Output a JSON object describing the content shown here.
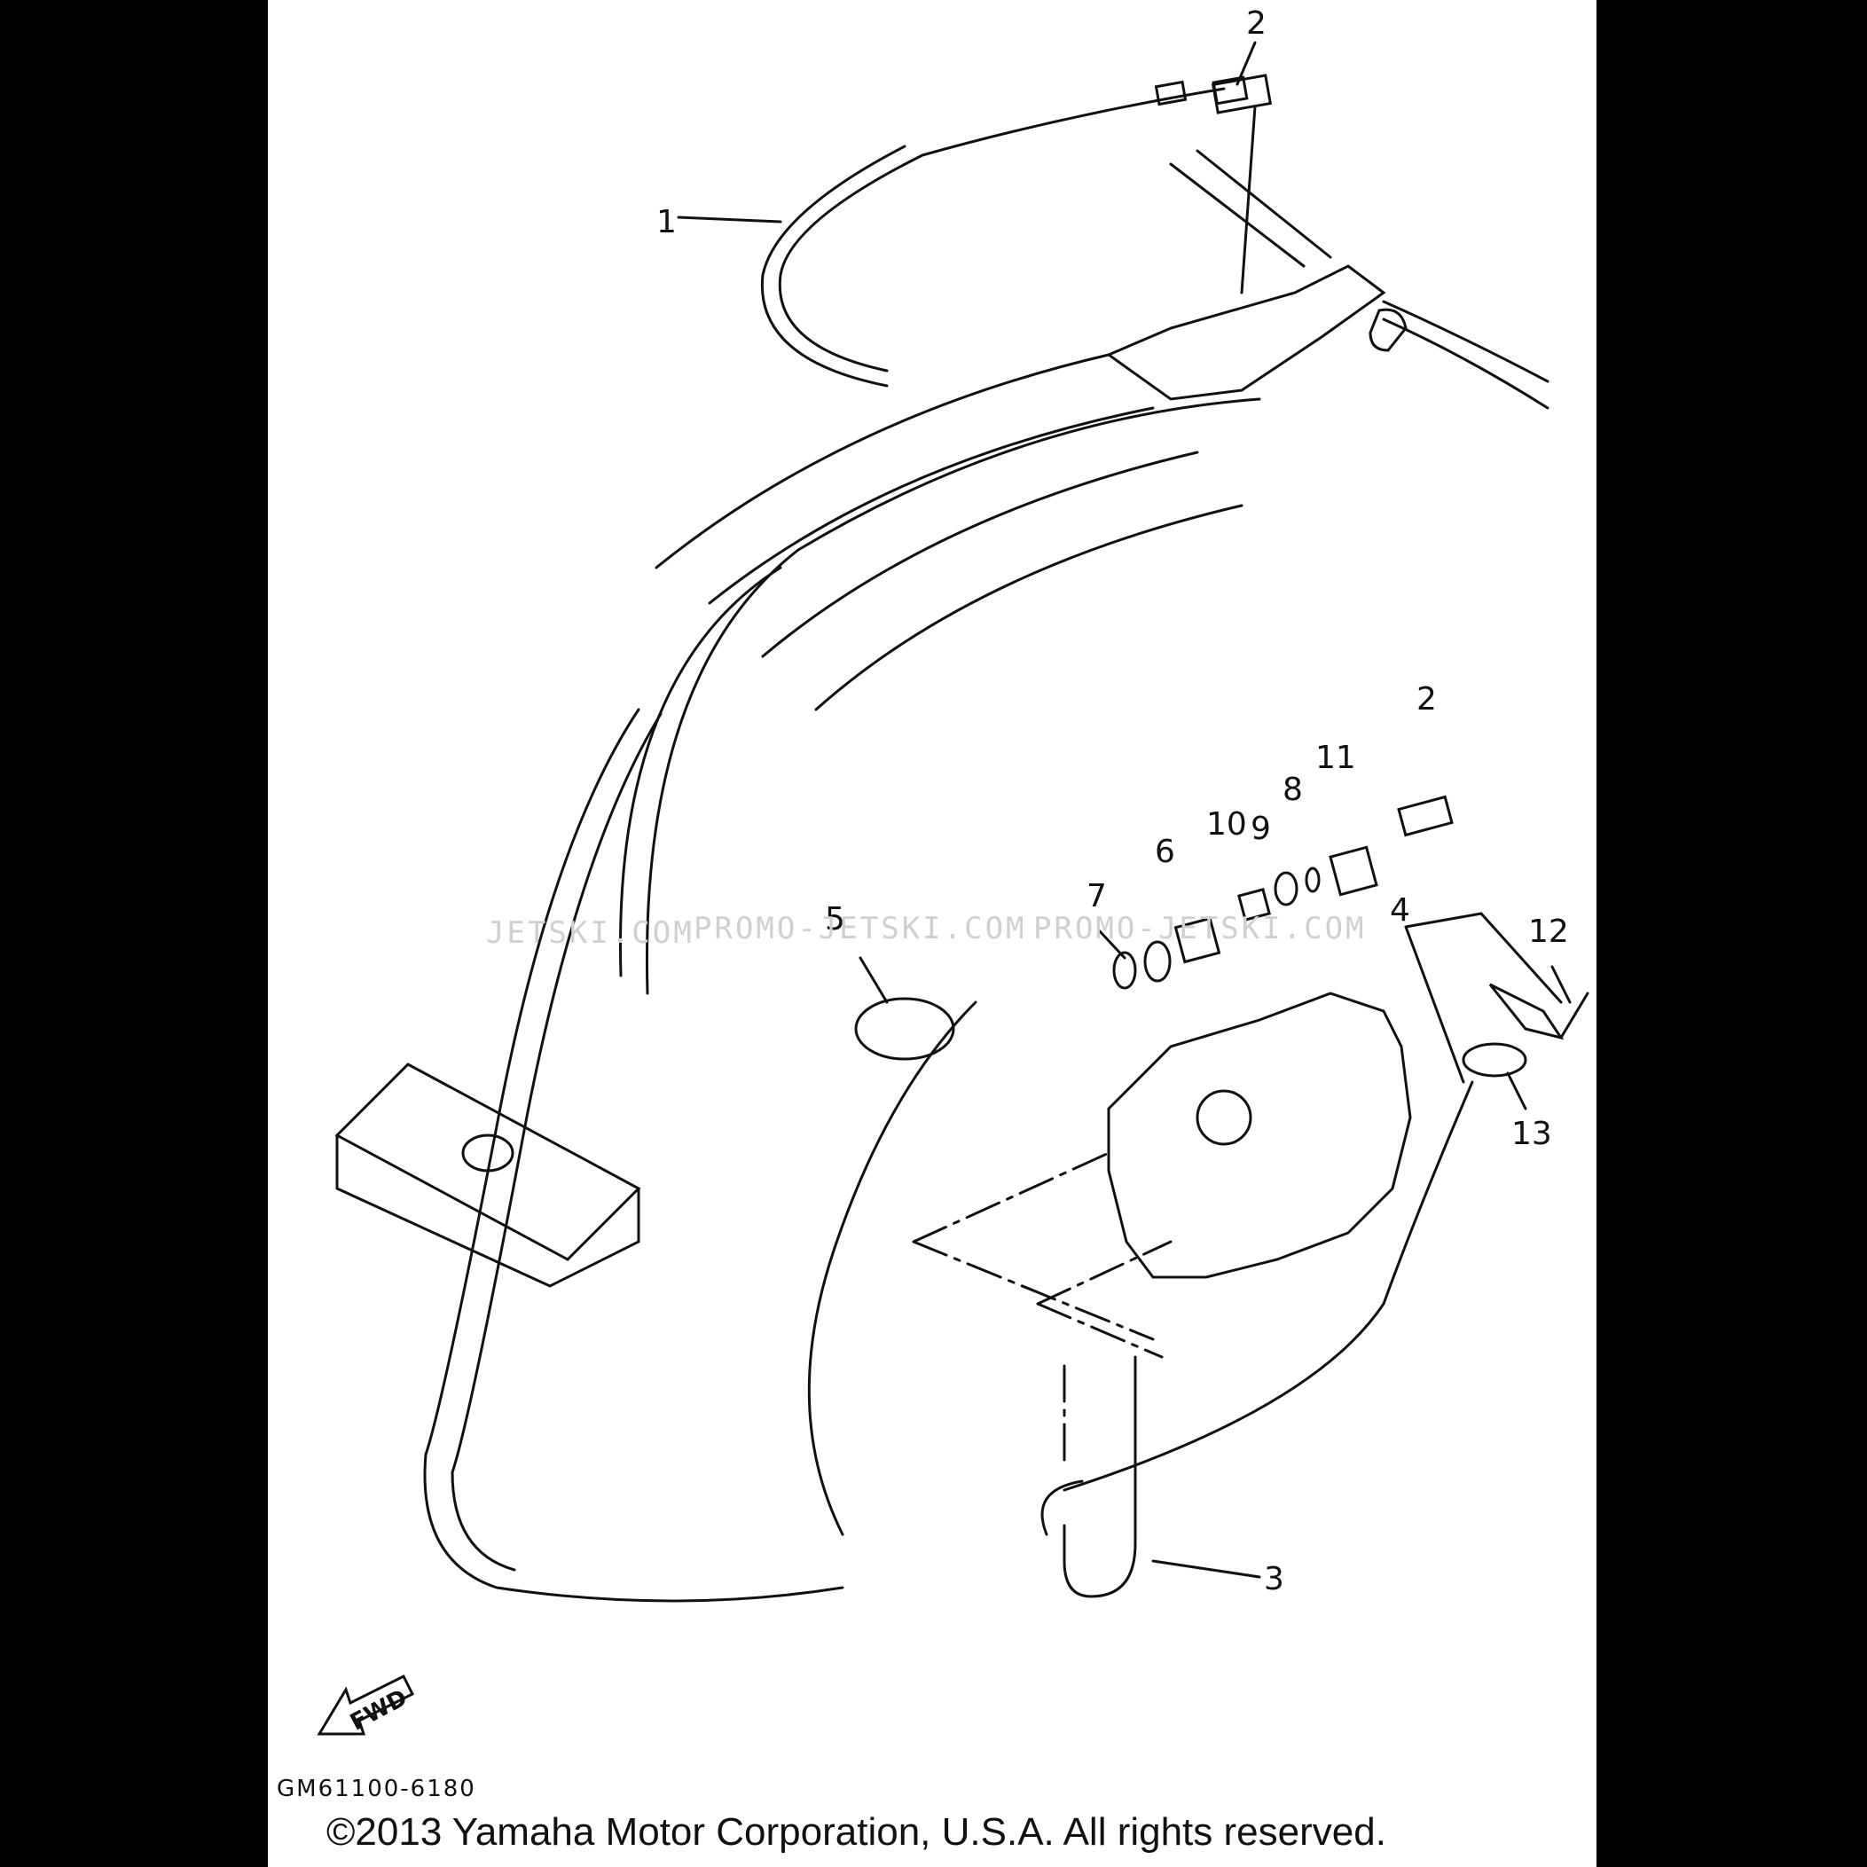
{
  "callouts": {
    "c1": "1",
    "c2": "2",
    "c3": "3",
    "c4": "4",
    "c5": "5",
    "c6": "6",
    "c7": "7",
    "c8": "8",
    "c9": "9",
    "c10": "10",
    "c11": "11",
    "c12": "12",
    "c13": "13"
  },
  "watermark": {
    "left": "JETSKI.COM",
    "middle": "PROMO-JETSKI.COM",
    "right": "PROMO-JETSKI.COM"
  },
  "fwd_label": "FWD",
  "diagram_code": "GM61100-6180",
  "copyright": "©2013 Yamaha Motor Corporation, U.S.A. All rights reserved."
}
